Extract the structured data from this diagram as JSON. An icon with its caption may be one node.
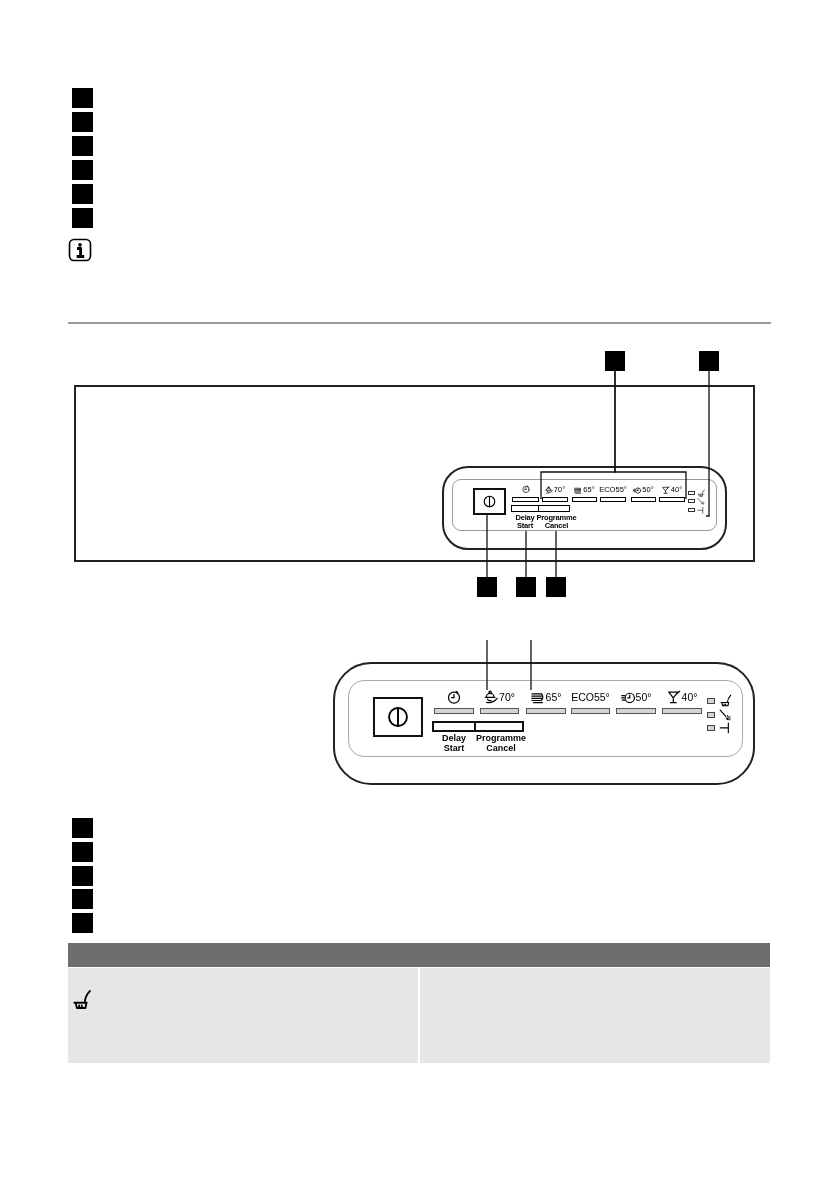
{
  "diagram": {
    "nodes": [
      {
        "text": [],
        "shape": "box"
      },
      {
        "text": [],
        "shape": "box"
      },
      {
        "text": [],
        "shape": "box"
      },
      {
        "text": [],
        "shape": "box"
      },
      {
        "text": [],
        "shape": "box"
      },
      {
        "text": [],
        "shape": "box"
      },
      {
        "text": [],
        "shape": "box"
      },
      {
        "text": [],
        "shape": "box"
      },
      {
        "text": [],
        "shape": "box"
      },
      {
        "text": [],
        "shape": "box"
      },
      {
        "text": [
          "70°"
        ]
      },
      {
        "text": [
          "65°"
        ]
      },
      {
        "text": [
          "ECO55°"
        ]
      },
      {
        "text": [
          "50°"
        ]
      },
      {
        "text": [
          "40°"
        ]
      },
      {
        "text": [],
        "shape": "picture"
      },
      {
        "text": [
          "Delay Start"
        ]
      },
      {
        "text": [
          "Programme Cancel"
        ]
      },
      {
        "text": [],
        "shape": "box"
      },
      {
        "text": [],
        "shape": "box"
      },
      {
        "text": [],
        "shape": "box"
      },
      {
        "text": [],
        "shape": "box"
      },
      {
        "text": [],
        "shape": "box"
      },
      {
        "text": [
          "70°"
        ]
      },
      {
        "text": [
          "65°"
        ]
      },
      {
        "text": [
          "ECO55°"
        ]
      },
      {
        "text": [
          "50°"
        ]
      },
      {
        "text": [
          "40°"
        ]
      },
      {
        "text": [
          "Delay Start"
        ]
      },
      {
        "text": [
          "Programme Cancel"
        ]
      },
      {
        "text": [],
        "shape": "box"
      },
      {
        "text": [],
        "shape": "box"
      },
      {
        "text": [],
        "shape": "box"
      },
      {
        "text": [],
        "shape": "box"
      },
      {
        "text": [],
        "shape": "box"
      }
    ],
    "edges": [
      {
        "from": 6,
        "to": 10,
        "arrow": "none"
      },
      {
        "from": 6,
        "to": 14,
        "arrow": "none"
      },
      {
        "from": 7,
        "to": 15,
        "arrow": "none"
      },
      {
        "from": 18,
        "to": 8,
        "arrow": "none"
      },
      {
        "from": 19,
        "to": 16,
        "arrow": "none"
      },
      {
        "from": 20,
        "to": 17,
        "arrow": "none"
      },
      {
        "from": null,
        "to": 23,
        "arrow": "none"
      },
      {
        "from": null,
        "to": 24,
        "arrow": "none"
      }
    ]
  }
}
